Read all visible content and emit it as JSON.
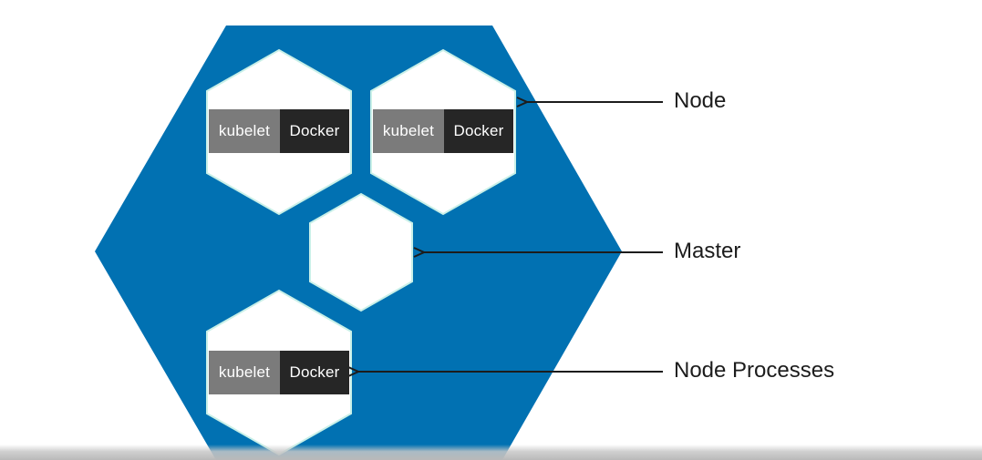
{
  "colors": {
    "cluster_fill": "#0171b2",
    "hexagon_fill": "#ffffff",
    "kubelet_bg": "#7b7b7b",
    "docker_bg": "#262626",
    "arrow_color": "#1c1c1c"
  },
  "nodes": [
    {
      "kubelet_label": "kubelet",
      "docker_label": "Docker"
    },
    {
      "kubelet_label": "kubelet",
      "docker_label": "Docker"
    },
    {
      "kubelet_label": "kubelet",
      "docker_label": "Docker"
    }
  ],
  "callouts": {
    "node": "Node",
    "master": "Master",
    "node_processes": "Node Processes"
  }
}
